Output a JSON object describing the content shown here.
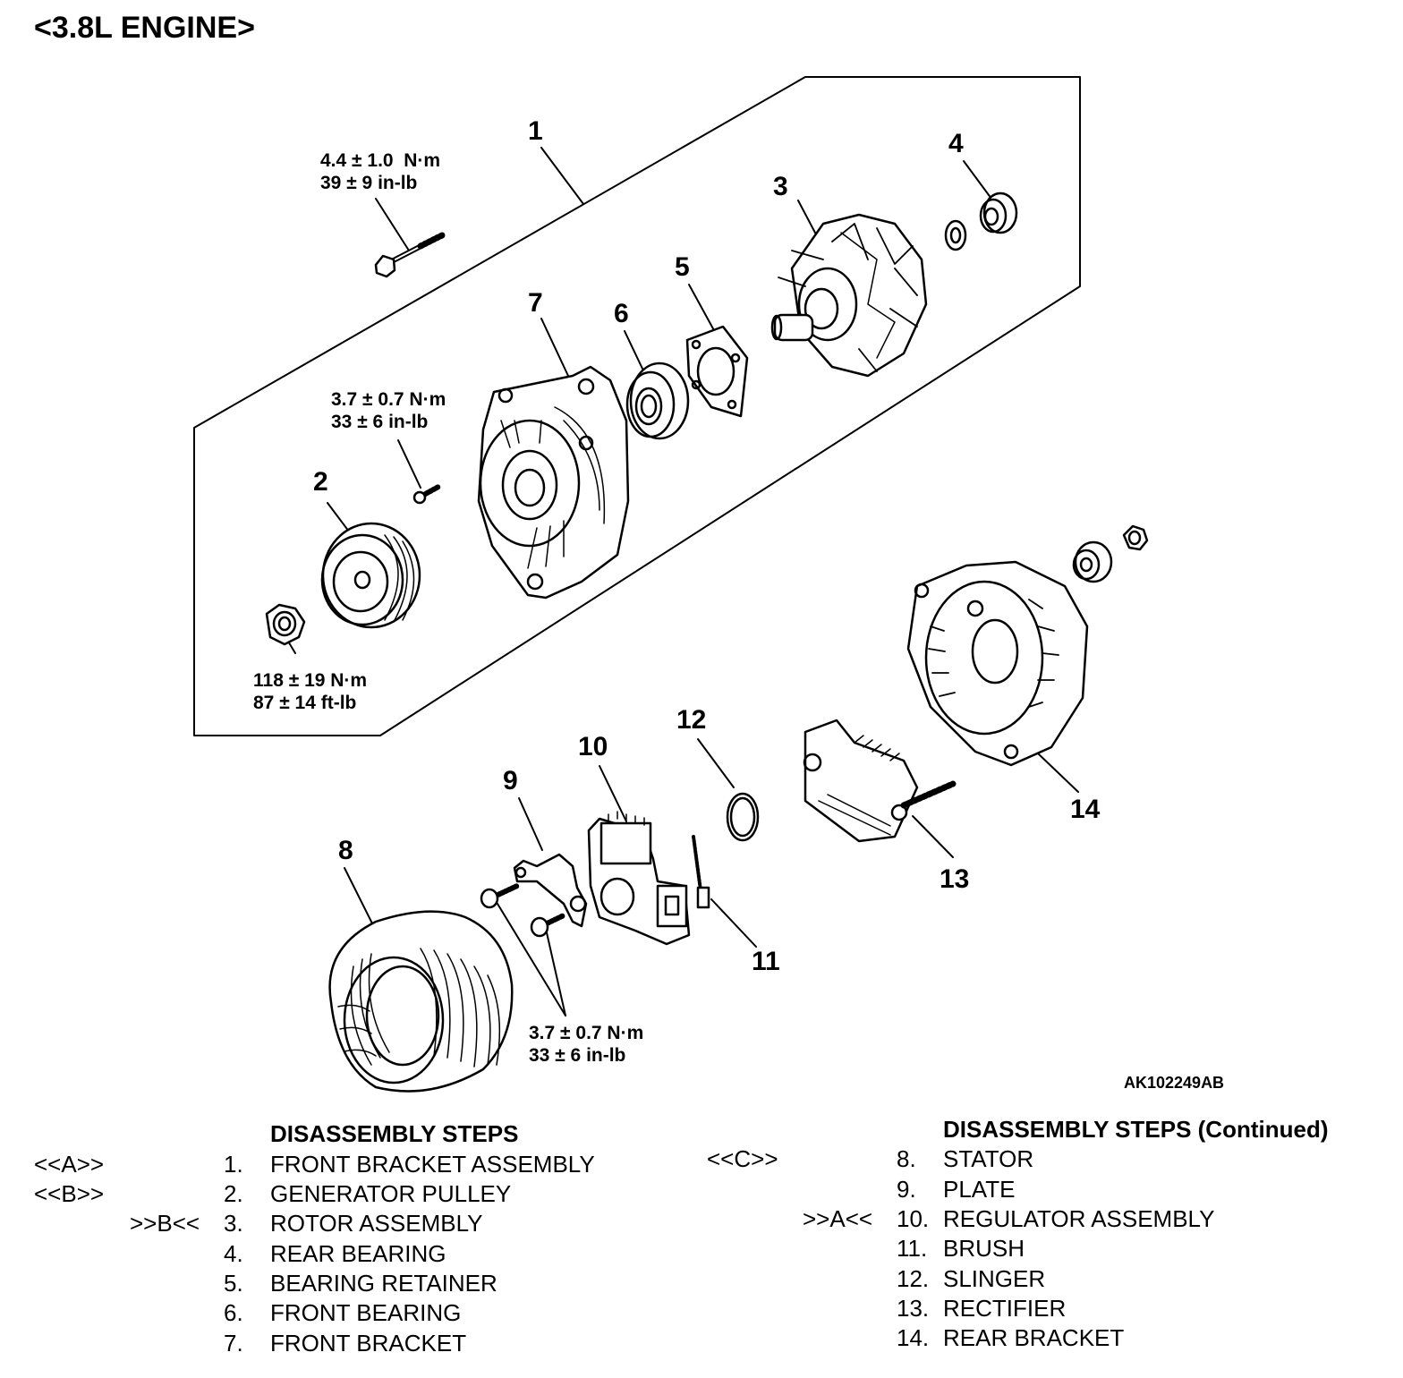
{
  "title": "<3.8L ENGINE>",
  "figure_id": "AK102249AB",
  "callouts": {
    "c1": "1",
    "c2": "2",
    "c3": "3",
    "c4": "4",
    "c5": "5",
    "c6": "6",
    "c7": "7",
    "c8": "8",
    "c9": "9",
    "c10": "10",
    "c11": "11",
    "c12": "12",
    "c13": "13",
    "c14": "14"
  },
  "torque_specs": {
    "bolt_long": "4.4 ± 1.0  N·m\n39 ± 9 in-lb",
    "bolt_short": "3.7 ± 0.7 N·m\n33 ± 6 in-lb",
    "pulley_nut": "118 ± 19 N·m\n87 ± 14 ft-lb",
    "regulator_screws": "3.7 ± 0.7 N·m\n33 ± 6 in-lb"
  },
  "steps_left": {
    "heading": "DISASSEMBLY STEPS",
    "items": [
      {
        "mark": "<<A>>",
        "num": "1.",
        "name": "FRONT BRACKET ASSEMBLY"
      },
      {
        "mark": "<<B>>",
        "num": "2.",
        "name": "GENERATOR PULLEY"
      },
      {
        "mark": ">>B<<",
        "num": "3.",
        "name": "ROTOR ASSEMBLY"
      },
      {
        "mark": "",
        "num": "4.",
        "name": "REAR BEARING"
      },
      {
        "mark": "",
        "num": "5.",
        "name": "BEARING RETAINER"
      },
      {
        "mark": "",
        "num": "6.",
        "name": "FRONT BEARING"
      },
      {
        "mark": "",
        "num": "7.",
        "name": "FRONT BRACKET"
      }
    ]
  },
  "steps_right": {
    "heading": "DISASSEMBLY STEPS (Continued)",
    "items": [
      {
        "mark": "<<C>>",
        "num": "8.",
        "name": "STATOR"
      },
      {
        "mark": "",
        "num": "9.",
        "name": "PLATE"
      },
      {
        "mark": ">>A<<",
        "num": "10.",
        "name": "REGULATOR ASSEMBLY"
      },
      {
        "mark": "",
        "num": "11.",
        "name": "BRUSH"
      },
      {
        "mark": "",
        "num": "12.",
        "name": "SLINGER"
      },
      {
        "mark": "",
        "num": "13.",
        "name": "RECTIFIER"
      },
      {
        "mark": "",
        "num": "14.",
        "name": "REAR BRACKET"
      }
    ]
  }
}
